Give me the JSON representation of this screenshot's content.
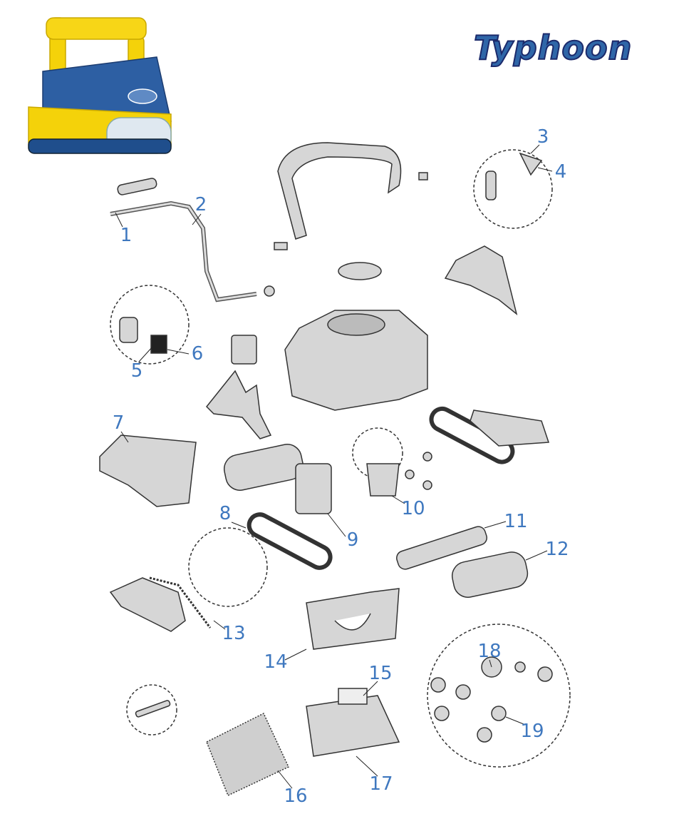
{
  "brand": {
    "logo_text": "Typhoon",
    "label_color": "#3f78bf",
    "logo_color": "#2f66a8"
  },
  "part_labels": [
    {
      "id": "1",
      "text": "1"
    },
    {
      "id": "2",
      "text": "2"
    },
    {
      "id": "3",
      "text": "3"
    },
    {
      "id": "4",
      "text": "4"
    },
    {
      "id": "5",
      "text": "5"
    },
    {
      "id": "6",
      "text": "6"
    },
    {
      "id": "7",
      "text": "7"
    },
    {
      "id": "8",
      "text": "8"
    },
    {
      "id": "9",
      "text": "9"
    },
    {
      "id": "10",
      "text": "10"
    },
    {
      "id": "11",
      "text": "11"
    },
    {
      "id": "12",
      "text": "12"
    },
    {
      "id": "13",
      "text": "13"
    },
    {
      "id": "14",
      "text": "14"
    },
    {
      "id": "15",
      "text": "15"
    },
    {
      "id": "16",
      "text": "16"
    },
    {
      "id": "17",
      "text": "17"
    },
    {
      "id": "18",
      "text": "18"
    },
    {
      "id": "19",
      "text": "19"
    }
  ]
}
